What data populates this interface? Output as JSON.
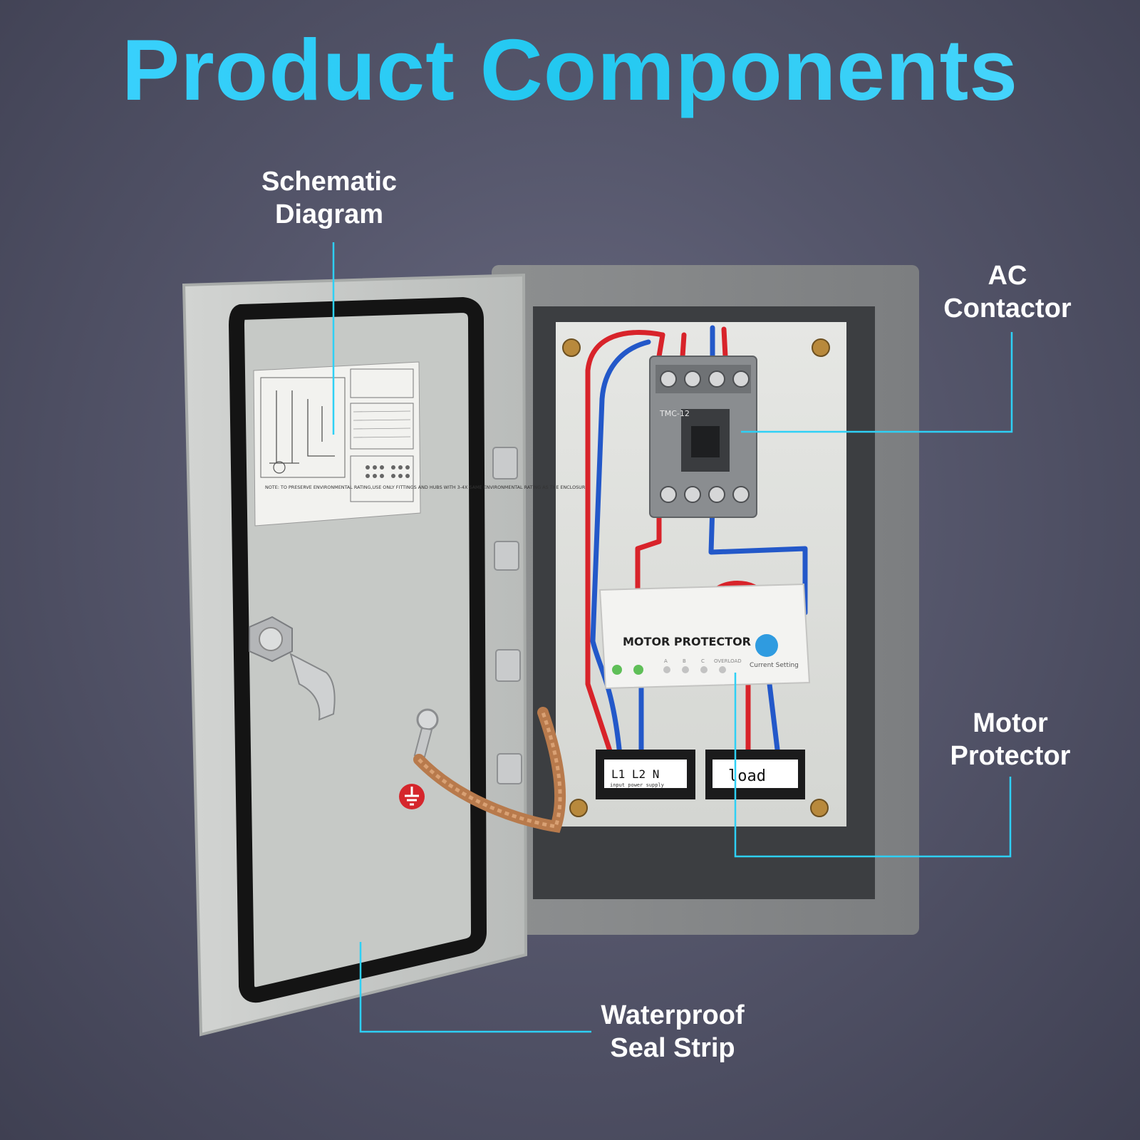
{
  "title": "Product Components",
  "callouts": {
    "schematic": {
      "line1": "Schematic",
      "line2": "Diagram"
    },
    "contactor": {
      "line1": "AC",
      "line2": "Contactor"
    },
    "protector": {
      "line1": "Motor",
      "line2": "Protector"
    },
    "seal": {
      "line1": "Waterproof",
      "line2": "Seal Strip"
    }
  },
  "device": {
    "protector_label": "MOTOR PROTECTOR",
    "protector_leds": [
      "A",
      "B",
      "C",
      "OVERLOAD"
    ],
    "protector_dial_label": "Current Setting",
    "contactor_model": "TMC-12",
    "input_terminals": "L1  L2  N",
    "input_caption": "input power supply",
    "load_label": "load",
    "door_note": "NOTE: TO PRESERVE ENVIRONMENTAL RATING,USE ONLY FITTINGS AND HUBS WITH 3-4X SAME ENVIRONMENTAL RATING AS THE ENCLOSURE"
  },
  "colors": {
    "accent": "#2ed0f5",
    "background": "#55566b",
    "wire_red": "#d8232a",
    "wire_blue": "#2358c9"
  }
}
